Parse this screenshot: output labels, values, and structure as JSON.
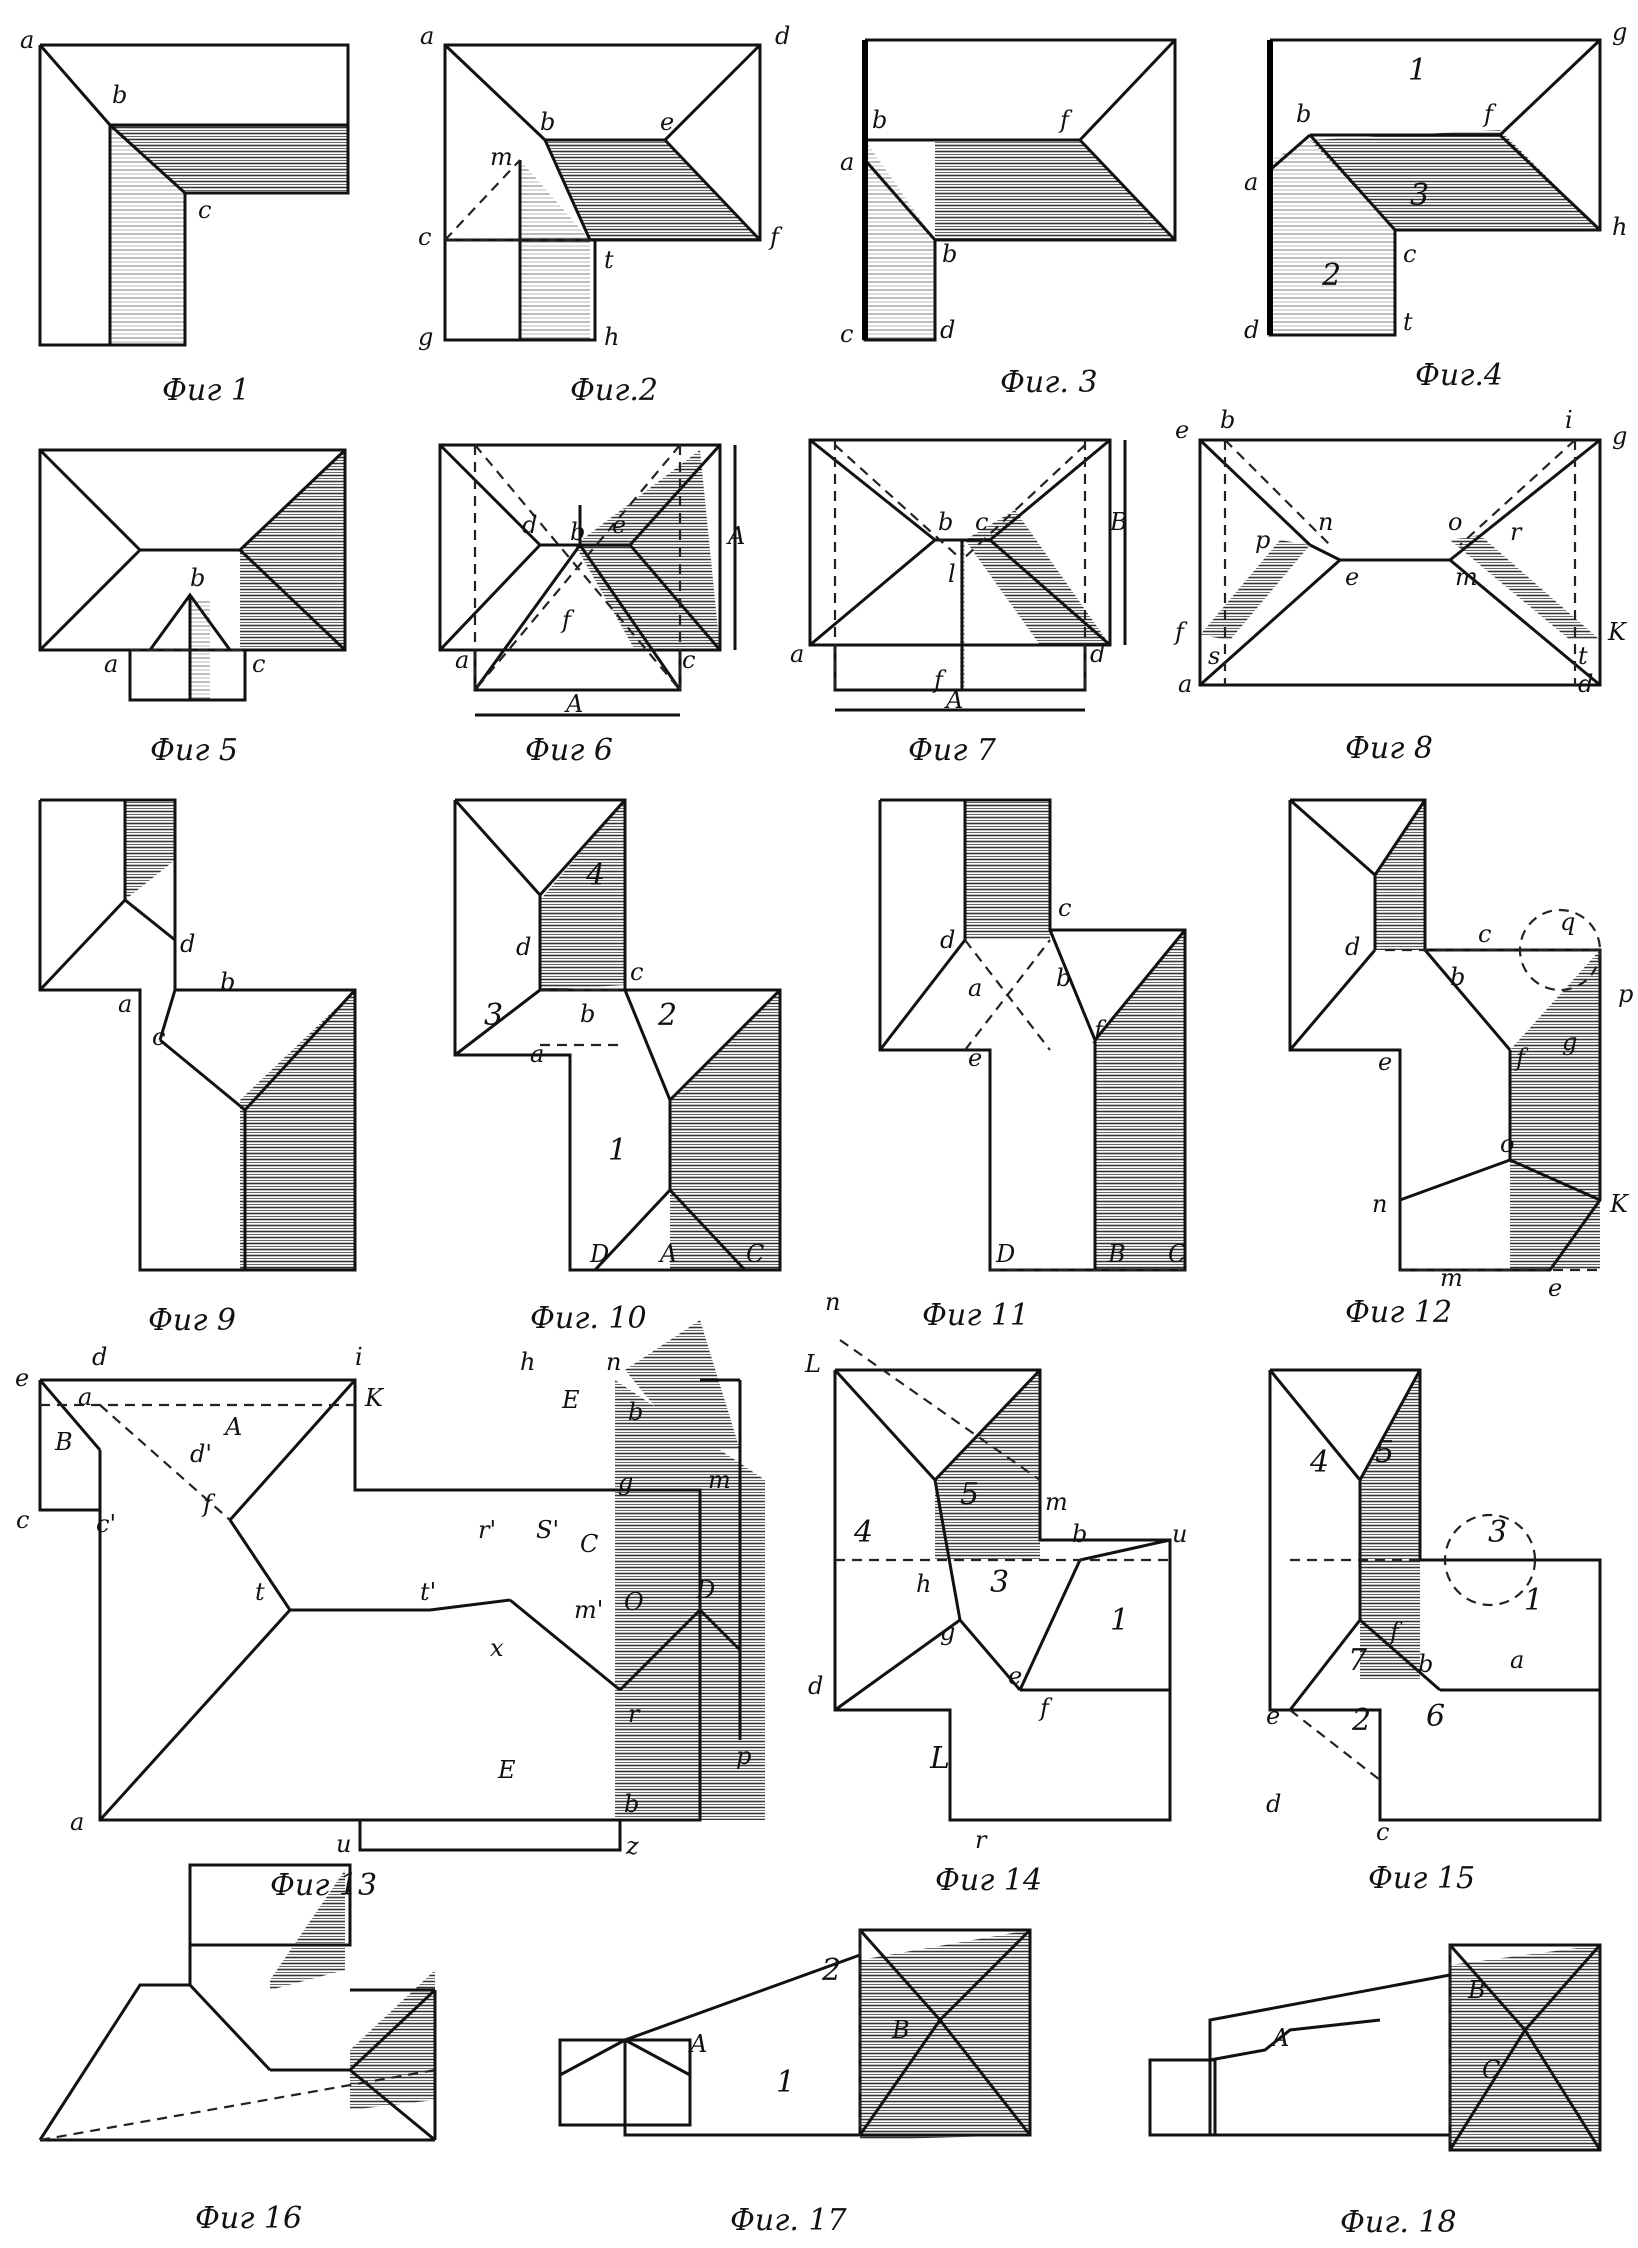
{
  "captions": [
    "Фиг 1",
    "Фиг.2",
    "Фиг. 3",
    "Фиг.4",
    "Фиг 5",
    "Фиг 6",
    "Фиг 7",
    "Фиг 8",
    "Фиг 9",
    "Фиг. 10",
    "Фиг 11",
    "Фиг 12",
    "Фиг 13",
    "Фиг 14",
    "Фиг 15",
    "Фиг 16",
    "Фиг. 17",
    "Фиг. 18"
  ],
  "labels": {
    "f1": [
      "a",
      "b",
      "c"
    ],
    "f2": [
      "a",
      "d",
      "b",
      "e",
      "m",
      "c",
      "t",
      "f",
      "g",
      "h"
    ],
    "f3": [
      "b",
      "f",
      "a",
      "b",
      "c",
      "d"
    ],
    "f4": [
      "g",
      "1",
      "b",
      "f",
      "a",
      "3",
      "h",
      "c",
      "2",
      "d",
      "t"
    ],
    "f5": [
      "b",
      "a",
      "c"
    ],
    "f6": [
      "d",
      "b",
      "e",
      "A",
      "f",
      "a",
      "c",
      "A"
    ],
    "f7": [
      "b",
      "c",
      "B",
      "l",
      "a",
      "f",
      "d",
      "A"
    ],
    "f8": [
      "e",
      "b",
      "i",
      "g",
      "p",
      "n",
      "o",
      "r",
      "e",
      "m",
      "f",
      "s",
      "t",
      "K",
      "a",
      "d"
    ],
    "f9": [
      "d",
      "b",
      "a",
      "c"
    ],
    "f10": [
      "4",
      "d",
      "c",
      "3",
      "b",
      "2",
      "a",
      "1",
      "D",
      "A",
      "C"
    ],
    "f11": [
      "c",
      "d",
      "a",
      "b",
      "f",
      "e",
      "D",
      "B",
      "C"
    ],
    "f12": [
      "d",
      "c",
      "q",
      "b",
      "p",
      "e",
      "g",
      "f",
      "o",
      "n",
      "K",
      "m",
      "e"
    ],
    "f13": [
      "d",
      "i",
      "h",
      "n",
      "e",
      "a",
      "A",
      "B",
      "E",
      "b",
      "d'",
      "g",
      "m",
      "K",
      "c",
      "c'",
      "f",
      "C",
      "S'",
      "r'",
      "t",
      "t'",
      "O",
      "m'",
      "D",
      "x",
      "E",
      "r",
      "p",
      "a",
      "u",
      "b",
      "z"
    ],
    "f14": [
      "n",
      "L",
      "5",
      "m",
      "b",
      "u",
      "4",
      "h",
      "3",
      "1",
      "g",
      "e",
      "d",
      "L",
      "f",
      "r"
    ],
    "f15": [
      "4",
      "5",
      "3",
      "1",
      "f",
      "b",
      "a",
      "7",
      "e",
      "2",
      "6",
      "d",
      "c"
    ],
    "f16": [],
    "f17": [
      "2",
      "A",
      "B",
      "1"
    ],
    "f18": [
      "B",
      "A",
      "C"
    ]
  }
}
